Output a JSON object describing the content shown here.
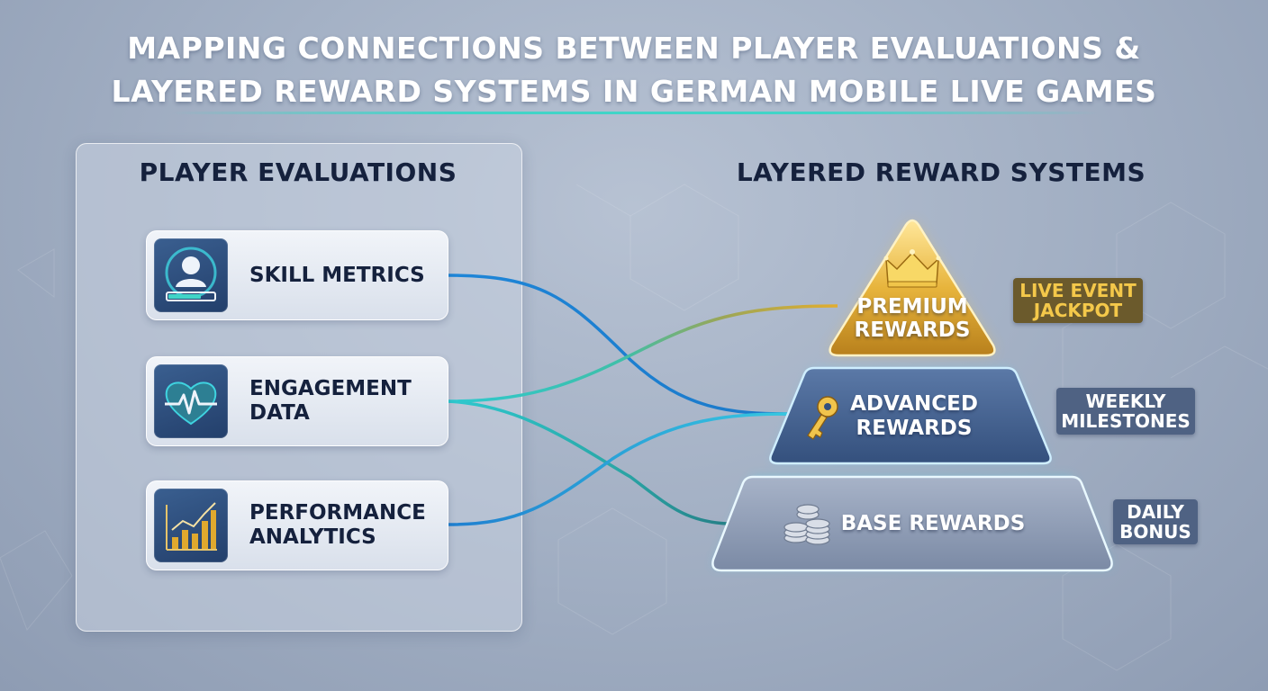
{
  "title": {
    "line1": "MAPPING CONNECTIONS BETWEEN PLAYER EVALUATIONS &",
    "line2": "LAYERED REWARD SYSTEMS IN GERMAN MOBILE LIVE GAMES"
  },
  "evaluations": {
    "heading": "PLAYER EVALUATIONS",
    "items": [
      {
        "line1": "SKILL METRICS",
        "line2": "",
        "icon": "user-skill-icon"
      },
      {
        "line1": "ENGAGEMENT",
        "line2": "DATA",
        "icon": "heart-pulse-icon"
      },
      {
        "line1": "PERFORMANCE",
        "line2": "ANALYTICS",
        "icon": "bar-chart-icon"
      }
    ]
  },
  "rewards": {
    "heading": "LAYERED REWARD SYSTEMS",
    "tiers": [
      {
        "line1": "PREMIUM",
        "line2": "REWARDS",
        "icon": "crown-icon",
        "badge_line1": "LIVE EVENT",
        "badge_line2": "JACKPOT"
      },
      {
        "line1": "ADVANCED",
        "line2": "REWARDS",
        "icon": "key-icon",
        "badge_line1": "WEEKLY",
        "badge_line2": "MILESTONES"
      },
      {
        "line1": "BASE REWARDS",
        "line2": "",
        "icon": "coins-icon",
        "badge_line1": "DAILY",
        "badge_line2": "BONUS"
      }
    ]
  },
  "colors": {
    "accent_teal": "#41d4c7",
    "link_blue": "#1f86d6",
    "gold": "#e0a92e",
    "navy": "#15213d"
  }
}
